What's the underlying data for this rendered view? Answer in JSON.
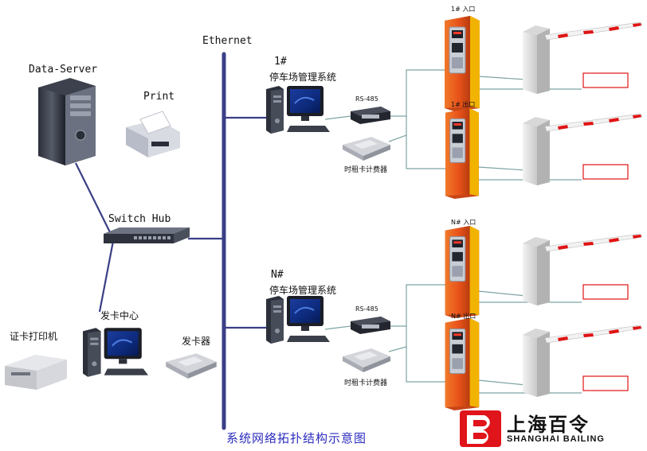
{
  "network": {
    "backbone": "Ethernet",
    "protocol": "RS-485"
  },
  "nodes": {
    "data_server": "Data-Server",
    "print": "Print",
    "switch_hub": "Switch Hub",
    "card_center": "发卡中心",
    "card_printer": "证卡打印机",
    "card_issuer": "发卡器"
  },
  "stations": [
    {
      "number": "1#",
      "system": "停车场管理系统",
      "rs485": "RS-485",
      "billing": "时租卡计费器",
      "entry": "1# 入口",
      "exit": "1# 出口"
    },
    {
      "number": "N#",
      "system": "停车场管理系统",
      "rs485": "RS-485",
      "billing": "时租卡计费器",
      "entry": "N# 入口",
      "exit": "N# 出口"
    }
  ],
  "caption": "系统网络拓扑结构示意图",
  "brand": {
    "name_cn": "上海百令",
    "name_en": "SHANGHAI BAILING",
    "logo_text": "B",
    "color": "#e0141b"
  },
  "colors": {
    "cable": "#3a3f86",
    "link": "#7ea3a3",
    "pillar": "#e8521a",
    "caption": "#2b2bbf"
  }
}
